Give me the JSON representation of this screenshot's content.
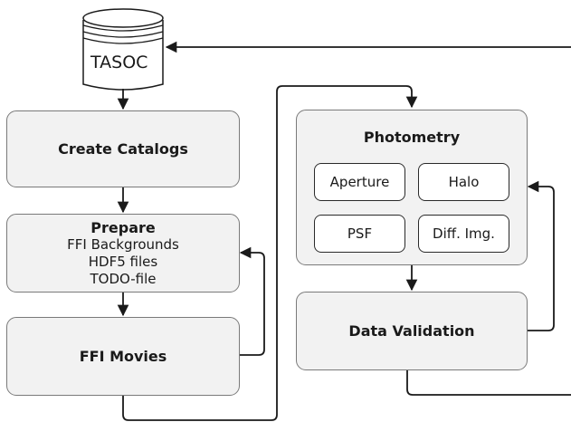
{
  "database": {
    "label": "TASOC"
  },
  "create_catalogs": {
    "title": "Create Catalogs"
  },
  "prepare": {
    "title": "Prepare",
    "lines": [
      "FFI Backgrounds",
      "HDF5 files",
      "TODO-file"
    ]
  },
  "ffi_movies": {
    "title": "FFI Movies"
  },
  "photometry": {
    "title": "Photometry",
    "methods": [
      "Aperture",
      "Halo",
      "PSF",
      "Diff. Img."
    ]
  },
  "data_validation": {
    "title": "Data Validation"
  }
}
